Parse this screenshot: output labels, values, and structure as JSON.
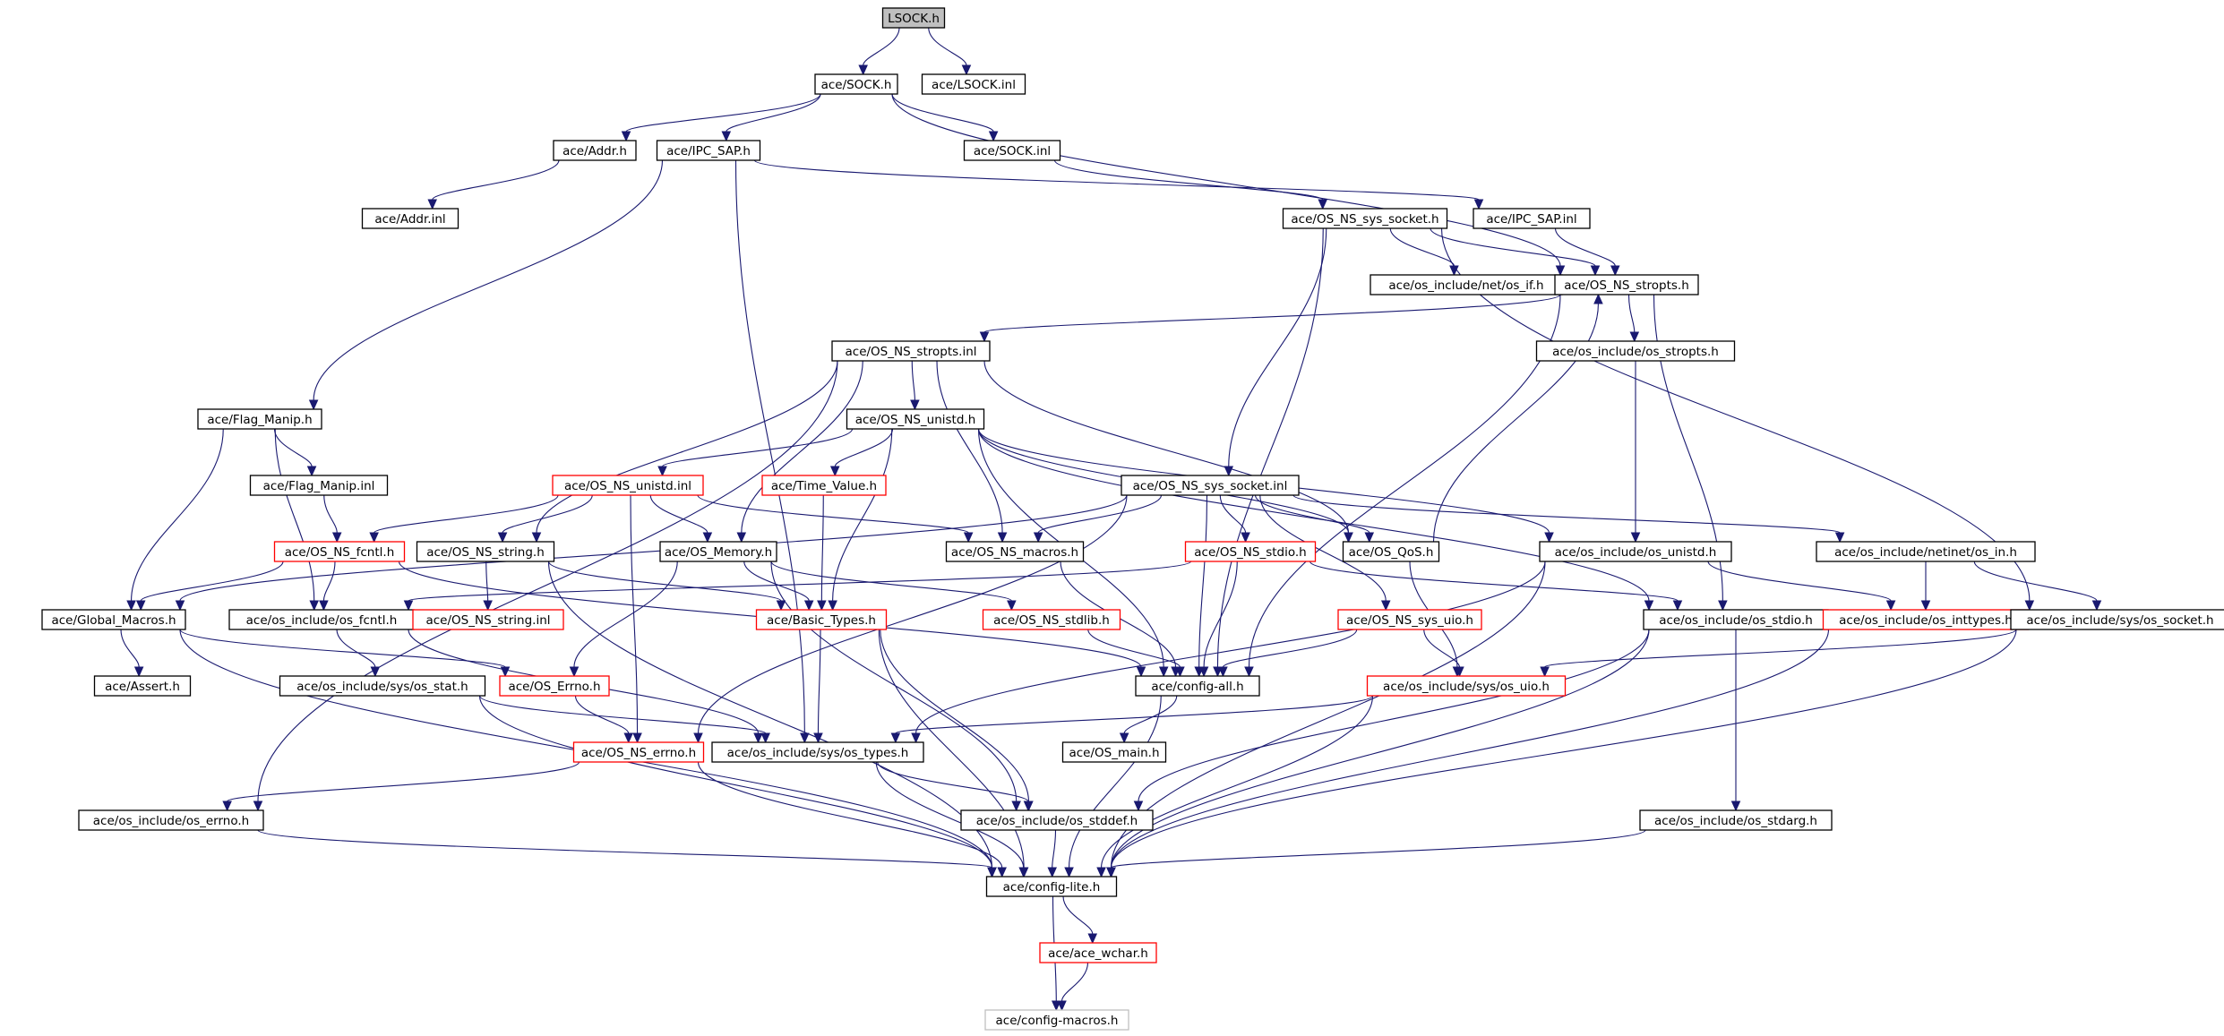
{
  "nodes": [
    {
      "id": "lsock_h",
      "label": "LSOCK.h",
      "style": "root"
    },
    {
      "id": "sock_h",
      "label": "ace/SOCK.h",
      "style": "normal"
    },
    {
      "id": "lsock_inl",
      "label": "ace/LSOCK.inl",
      "style": "normal"
    },
    {
      "id": "addr_h",
      "label": "ace/Addr.h",
      "style": "normal"
    },
    {
      "id": "ipc_sap_h",
      "label": "ace/IPC_SAP.h",
      "style": "normal"
    },
    {
      "id": "sock_inl",
      "label": "ace/SOCK.inl",
      "style": "normal"
    },
    {
      "id": "addr_inl",
      "label": "ace/Addr.inl",
      "style": "normal"
    },
    {
      "id": "os_ns_sys_socket_h",
      "label": "ace/OS_NS_sys_socket.h",
      "style": "normal"
    },
    {
      "id": "ipc_sap_inl",
      "label": "ace/IPC_SAP.inl",
      "style": "normal"
    },
    {
      "id": "net_os_if_h",
      "label": "ace/os_include/net/os_if.h",
      "style": "normal"
    },
    {
      "id": "os_ns_stropts_h",
      "label": "ace/OS_NS_stropts.h",
      "style": "normal"
    },
    {
      "id": "os_ns_stropts_inl",
      "label": "ace/OS_NS_stropts.inl",
      "style": "normal"
    },
    {
      "id": "os_stropts_h",
      "label": "ace/os_include/os_stropts.h",
      "style": "normal"
    },
    {
      "id": "flag_manip_h",
      "label": "ace/Flag_Manip.h",
      "style": "normal"
    },
    {
      "id": "os_ns_unistd_h",
      "label": "ace/OS_NS_unistd.h",
      "style": "normal"
    },
    {
      "id": "flag_manip_inl",
      "label": "ace/Flag_Manip.inl",
      "style": "normal"
    },
    {
      "id": "os_ns_unistd_inl",
      "label": "ace/OS_NS_unistd.inl",
      "style": "red"
    },
    {
      "id": "time_value_h",
      "label": "ace/Time_Value.h",
      "style": "red"
    },
    {
      "id": "os_ns_sys_socket_inl",
      "label": "ace/OS_NS_sys_socket.inl",
      "style": "normal"
    },
    {
      "id": "os_ns_fcntl_h",
      "label": "ace/OS_NS_fcntl.h",
      "style": "red"
    },
    {
      "id": "os_ns_string_h",
      "label": "ace/OS_NS_string.h",
      "style": "normal"
    },
    {
      "id": "os_memory_h",
      "label": "ace/OS_Memory.h",
      "style": "normal"
    },
    {
      "id": "os_ns_macros_h",
      "label": "ace/OS_NS_macros.h",
      "style": "normal"
    },
    {
      "id": "os_ns_stdio_h",
      "label": "ace/OS_NS_stdio.h",
      "style": "red"
    },
    {
      "id": "os_qos_h",
      "label": "ace/OS_QoS.h",
      "style": "normal"
    },
    {
      "id": "os_unistd_h",
      "label": "ace/os_include/os_unistd.h",
      "style": "normal"
    },
    {
      "id": "os_in_h",
      "label": "ace/os_include/netinet/os_in.h",
      "style": "normal"
    },
    {
      "id": "global_macros_h",
      "label": "ace/Global_Macros.h",
      "style": "normal"
    },
    {
      "id": "os_fcntl_h",
      "label": "ace/os_include/os_fcntl.h",
      "style": "normal"
    },
    {
      "id": "os_ns_string_inl",
      "label": "ace/OS_NS_string.inl",
      "style": "red"
    },
    {
      "id": "basic_types_h",
      "label": "ace/Basic_Types.h",
      "style": "red"
    },
    {
      "id": "os_ns_stdlib_h",
      "label": "ace/OS_NS_stdlib.h",
      "style": "red"
    },
    {
      "id": "os_ns_sys_uio_h",
      "label": "ace/OS_NS_sys_uio.h",
      "style": "red"
    },
    {
      "id": "os_stdio_h",
      "label": "ace/os_include/os_stdio.h",
      "style": "normal"
    },
    {
      "id": "os_inttypes_h",
      "label": "ace/os_include/os_inttypes.h",
      "style": "red"
    },
    {
      "id": "sys_os_socket_h",
      "label": "ace/os_include/sys/os_socket.h",
      "style": "normal"
    },
    {
      "id": "assert_h",
      "label": "ace/Assert.h",
      "style": "normal"
    },
    {
      "id": "sys_os_stat_h",
      "label": "ace/os_include/sys/os_stat.h",
      "style": "normal"
    },
    {
      "id": "os_errno_h_ace",
      "label": "ace/OS_Errno.h",
      "style": "red"
    },
    {
      "id": "config_all_h",
      "label": "ace/config-all.h",
      "style": "normal"
    },
    {
      "id": "sys_os_uio_h",
      "label": "ace/os_include/sys/os_uio.h",
      "style": "red"
    },
    {
      "id": "os_ns_errno_h",
      "label": "ace/OS_NS_errno.h",
      "style": "red"
    },
    {
      "id": "sys_os_types_h",
      "label": "ace/os_include/sys/os_types.h",
      "style": "normal"
    },
    {
      "id": "os_main_h",
      "label": "ace/OS_main.h",
      "style": "normal"
    },
    {
      "id": "os_errno_h",
      "label": "ace/os_include/os_errno.h",
      "style": "normal"
    },
    {
      "id": "os_stddef_h",
      "label": "ace/os_include/os_stddef.h",
      "style": "normal"
    },
    {
      "id": "os_stdarg_h",
      "label": "ace/os_include/os_stdarg.h",
      "style": "normal"
    },
    {
      "id": "config_lite_h",
      "label": "ace/config-lite.h",
      "style": "normal"
    },
    {
      "id": "ace_wchar_h",
      "label": "ace/ace_wchar.h",
      "style": "red"
    },
    {
      "id": "config_macros_h",
      "label": "ace/config-macros.h",
      "style": "grey"
    }
  ],
  "edges": [
    [
      "lsock_h",
      "sock_h"
    ],
    [
      "lsock_h",
      "lsock_inl"
    ],
    [
      "sock_h",
      "addr_h"
    ],
    [
      "sock_h",
      "ipc_sap_h"
    ],
    [
      "sock_h",
      "sock_inl"
    ],
    [
      "sock_h",
      "os_ns_stropts_h"
    ],
    [
      "addr_h",
      "addr_inl"
    ],
    [
      "ipc_sap_h",
      "flag_manip_h"
    ],
    [
      "ipc_sap_h",
      "sys_os_types_h"
    ],
    [
      "ipc_sap_h",
      "ipc_sap_inl"
    ],
    [
      "sock_inl",
      "os_ns_sys_socket_h"
    ],
    [
      "ipc_sap_inl",
      "os_ns_stropts_h"
    ],
    [
      "os_ns_sys_socket_h",
      "net_os_if_h"
    ],
    [
      "os_ns_sys_socket_h",
      "os_ns_stropts_h"
    ],
    [
      "os_ns_sys_socket_h",
      "sys_os_socket_h"
    ],
    [
      "os_ns_sys_socket_h",
      "os_ns_sys_socket_inl"
    ],
    [
      "os_ns_sys_socket_h",
      "config_all_h"
    ],
    [
      "os_ns_stropts_h",
      "os_ns_stropts_inl"
    ],
    [
      "os_ns_stropts_h",
      "os_stropts_h"
    ],
    [
      "os_ns_stropts_h",
      "config_all_h"
    ],
    [
      "os_ns_stropts_h",
      "os_stdio_h"
    ],
    [
      "os_stropts_h",
      "os_unistd_h"
    ],
    [
      "os_ns_stropts_inl",
      "os_ns_unistd_h"
    ],
    [
      "os_ns_stropts_inl",
      "os_ns_string_h"
    ],
    [
      "os_ns_stropts_inl",
      "os_memory_h"
    ],
    [
      "os_ns_stropts_inl",
      "os_ns_macros_h"
    ],
    [
      "os_ns_stropts_inl",
      "os_qos_h"
    ],
    [
      "os_ns_stropts_inl",
      "os_errno_h"
    ],
    [
      "flag_manip_h",
      "flag_manip_inl"
    ],
    [
      "flag_manip_h",
      "os_fcntl_h"
    ],
    [
      "flag_manip_h",
      "global_macros_h"
    ],
    [
      "flag_manip_inl",
      "os_ns_fcntl_h"
    ],
    [
      "os_ns_unistd_h",
      "os_ns_unistd_inl"
    ],
    [
      "os_ns_unistd_h",
      "time_value_h"
    ],
    [
      "os_ns_unistd_h",
      "basic_types_h"
    ],
    [
      "os_ns_unistd_h",
      "os_unistd_h"
    ],
    [
      "os_ns_unistd_h",
      "config_all_h"
    ],
    [
      "os_ns_unistd_h",
      "os_stdio_h"
    ],
    [
      "os_ns_unistd_h",
      "os_qos_h"
    ],
    [
      "os_ns_unistd_inl",
      "os_ns_fcntl_h"
    ],
    [
      "os_ns_unistd_inl",
      "os_ns_string_h"
    ],
    [
      "os_ns_unistd_inl",
      "os_memory_h"
    ],
    [
      "os_ns_unistd_inl",
      "os_ns_macros_h"
    ],
    [
      "os_ns_unistd_inl",
      "os_ns_errno_h"
    ],
    [
      "time_value_h",
      "basic_types_h"
    ],
    [
      "os_ns_sys_socket_inl",
      "os_ns_macros_h"
    ],
    [
      "os_ns_sys_socket_inl",
      "os_ns_stdio_h"
    ],
    [
      "os_ns_sys_socket_inl",
      "os_qos_h"
    ],
    [
      "os_ns_sys_socket_inl",
      "os_ns_sys_uio_h"
    ],
    [
      "os_ns_sys_socket_inl",
      "os_in_h"
    ],
    [
      "os_ns_sys_socket_inl",
      "os_ns_errno_h"
    ],
    [
      "os_ns_sys_socket_inl",
      "global_macros_h"
    ],
    [
      "os_ns_sys_socket_inl",
      "config_all_h"
    ],
    [
      "os_ns_fcntl_h",
      "global_macros_h"
    ],
    [
      "os_ns_fcntl_h",
      "os_fcntl_h"
    ],
    [
      "os_ns_fcntl_h",
      "config_all_h"
    ],
    [
      "os_ns_string_h",
      "os_ns_string_inl"
    ],
    [
      "os_ns_string_h",
      "basic_types_h"
    ],
    [
      "os_ns_string_h",
      "config_lite_h"
    ],
    [
      "os_memory_h",
      "basic_types_h"
    ],
    [
      "os_memory_h",
      "os_ns_stdlib_h"
    ],
    [
      "os_memory_h",
      "os_errno_h_ace"
    ],
    [
      "os_memory_h",
      "os_stddef_h"
    ],
    [
      "os_ns_macros_h",
      "config_all_h"
    ],
    [
      "os_ns_stdio_h",
      "os_fcntl_h"
    ],
    [
      "os_ns_stdio_h",
      "os_stdio_h"
    ],
    [
      "os_ns_stdio_h",
      "config_all_h"
    ],
    [
      "os_qos_h",
      "os_ns_stropts_h"
    ],
    [
      "os_qos_h",
      "sys_os_uio_h"
    ],
    [
      "os_unistd_h",
      "os_inttypes_h"
    ],
    [
      "os_unistd_h",
      "sys_os_types_h"
    ],
    [
      "os_unistd_h",
      "config_lite_h"
    ],
    [
      "os_in_h",
      "os_inttypes_h"
    ],
    [
      "os_in_h",
      "sys_os_socket_h"
    ],
    [
      "global_macros_h",
      "assert_h"
    ],
    [
      "global_macros_h",
      "os_errno_h_ace"
    ],
    [
      "global_macros_h",
      "config_lite_h"
    ],
    [
      "os_fcntl_h",
      "sys_os_stat_h"
    ],
    [
      "os_fcntl_h",
      "sys_os_types_h"
    ],
    [
      "basic_types_h",
      "sys_os_types_h"
    ],
    [
      "basic_types_h",
      "os_stddef_h"
    ],
    [
      "basic_types_h",
      "config_lite_h"
    ],
    [
      "os_ns_stdlib_h",
      "config_all_h"
    ],
    [
      "os_ns_sys_uio_h",
      "sys_os_uio_h"
    ],
    [
      "os_ns_sys_uio_h",
      "config_all_h"
    ],
    [
      "os_stdio_h",
      "os_stddef_h"
    ],
    [
      "os_stdio_h",
      "os_stdarg_h"
    ],
    [
      "os_stdio_h",
      "config_lite_h"
    ],
    [
      "os_inttypes_h",
      "config_lite_h"
    ],
    [
      "sys_os_socket_h",
      "sys_os_uio_h"
    ],
    [
      "sys_os_socket_h",
      "config_lite_h"
    ],
    [
      "sys_os_stat_h",
      "sys_os_types_h"
    ],
    [
      "sys_os_stat_h",
      "config_lite_h"
    ],
    [
      "os_errno_h_ace",
      "os_ns_errno_h"
    ],
    [
      "config_all_h",
      "os_main_h"
    ],
    [
      "config_all_h",
      "config_lite_h"
    ],
    [
      "sys_os_uio_h",
      "sys_os_types_h"
    ],
    [
      "sys_os_uio_h",
      "config_lite_h"
    ],
    [
      "os_ns_errno_h",
      "os_errno_h"
    ],
    [
      "os_ns_errno_h",
      "config_lite_h"
    ],
    [
      "sys_os_types_h",
      "os_stddef_h"
    ],
    [
      "sys_os_types_h",
      "config_lite_h"
    ],
    [
      "os_errno_h",
      "config_lite_h"
    ],
    [
      "os_stddef_h",
      "config_lite_h"
    ],
    [
      "os_stdarg_h",
      "config_lite_h"
    ],
    [
      "config_lite_h",
      "ace_wchar_h"
    ],
    [
      "config_lite_h",
      "config_macros_h"
    ],
    [
      "ace_wchar_h",
      "config_macros_h"
    ]
  ]
}
